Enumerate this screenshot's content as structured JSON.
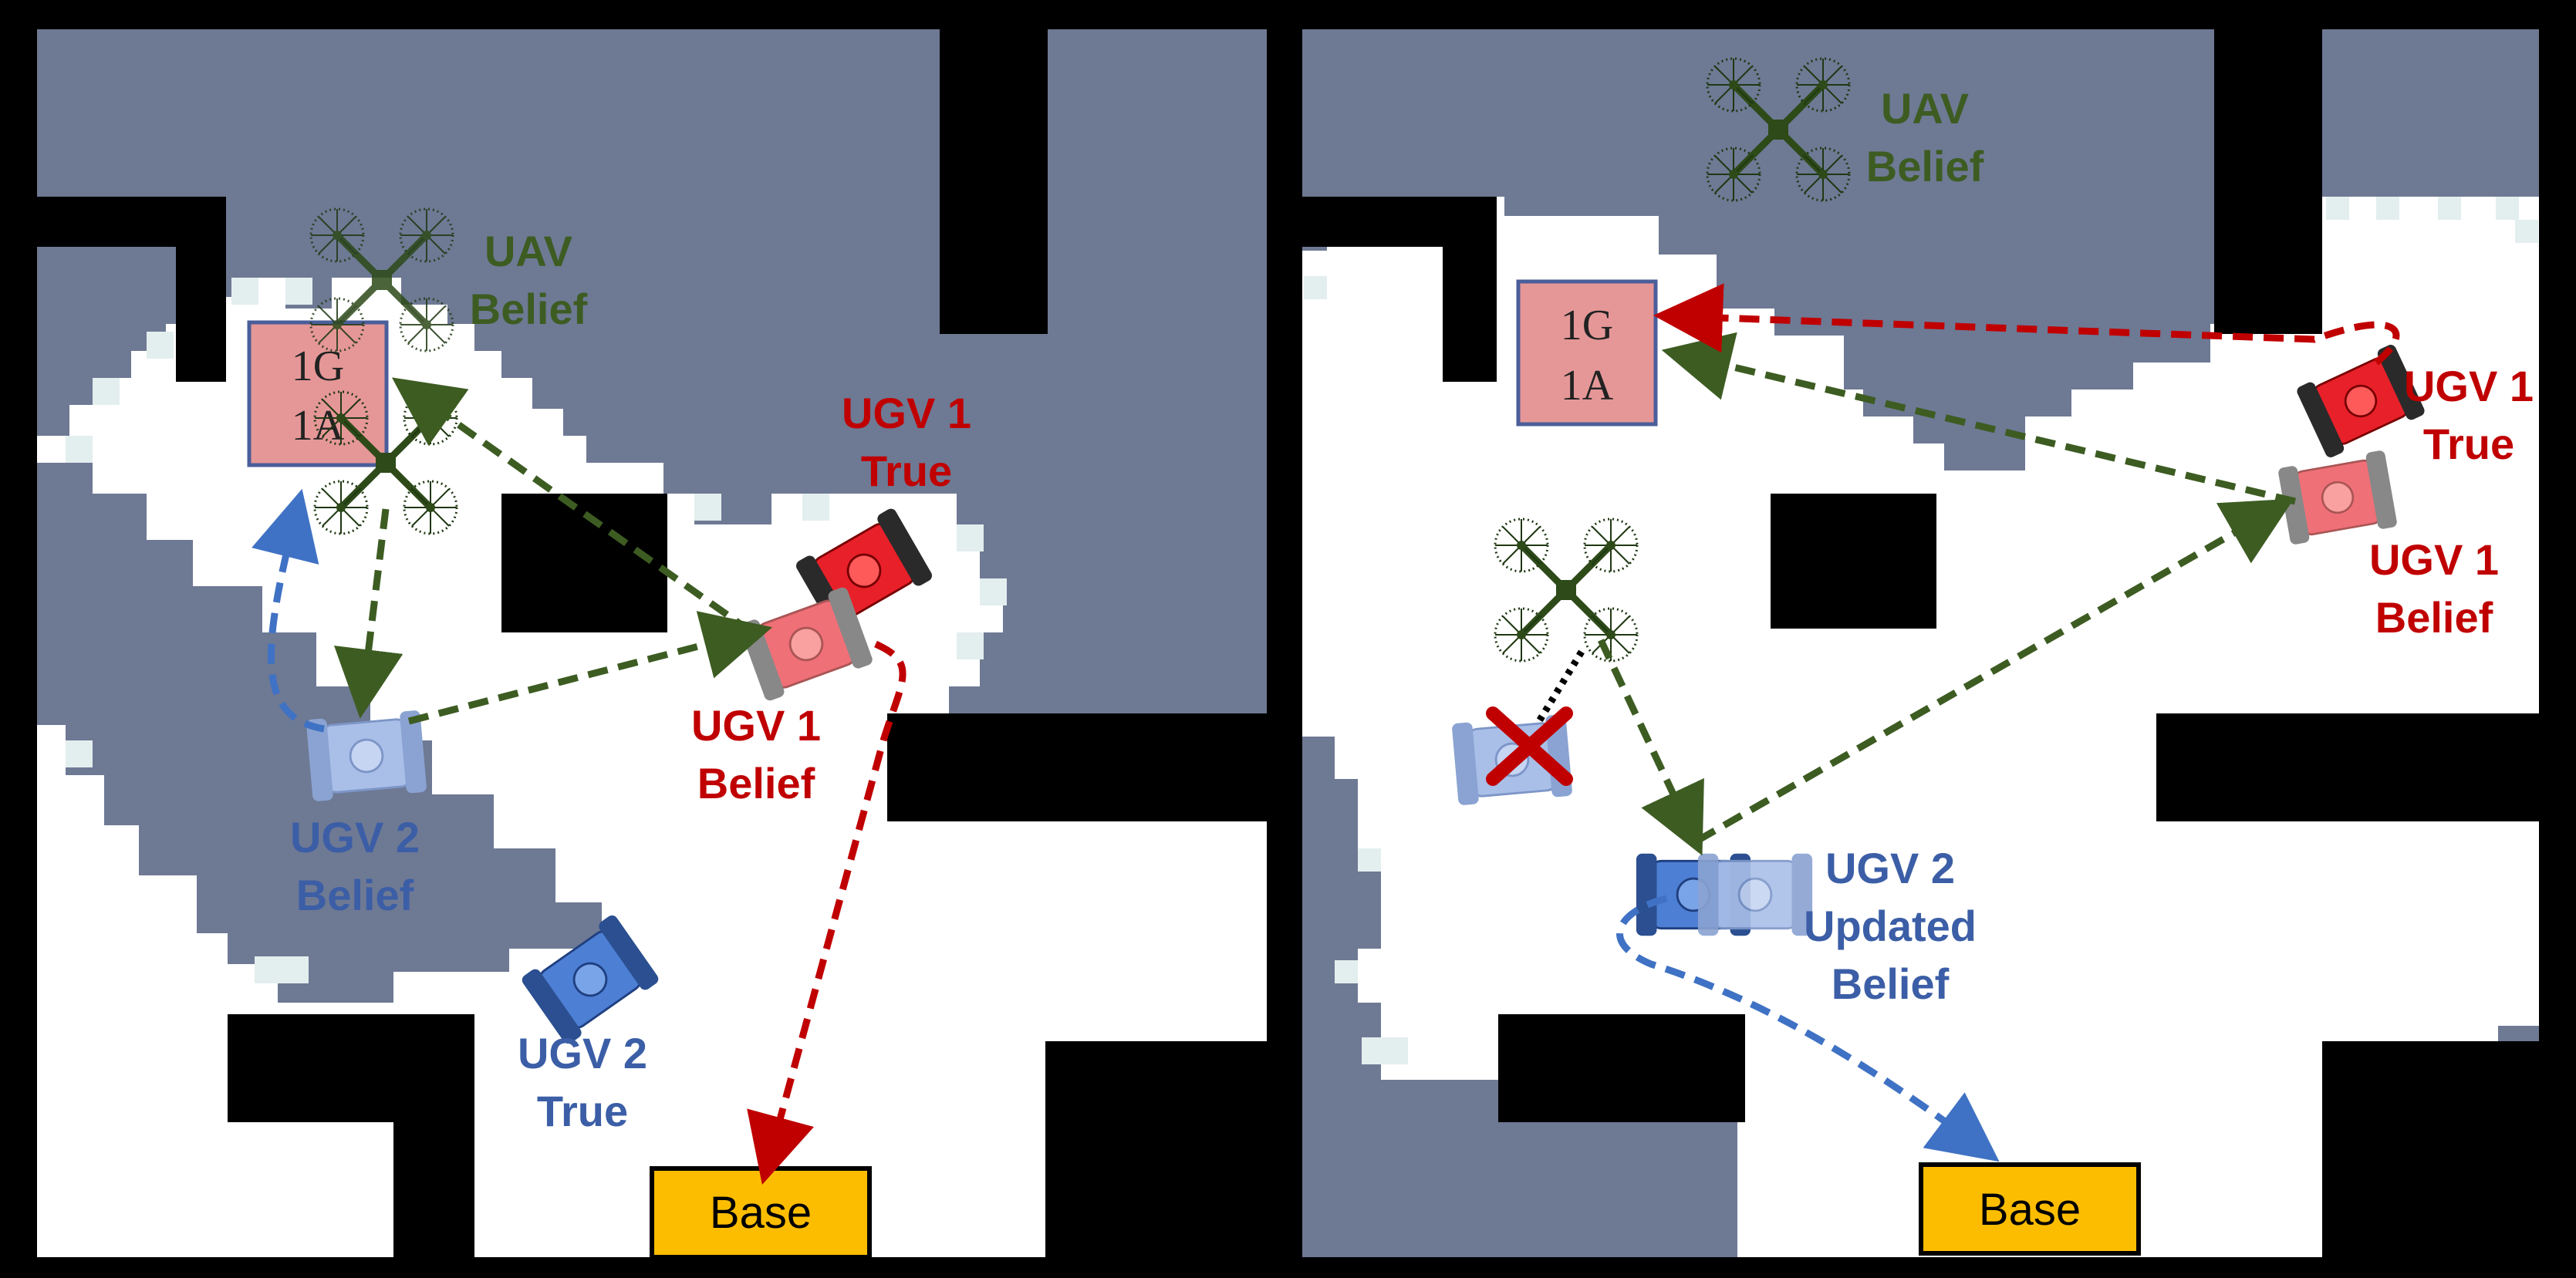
{
  "colors": {
    "unexplored": "#6e7994",
    "free": "#ffffff",
    "frontier": "#e3eeee",
    "wall": "#000000",
    "goal_fill": "#e59797",
    "goal_border": "#4a5e9a",
    "base_fill": "#fcbd00",
    "uav_green": "#3d5c22",
    "ugv1_red": "#c00000",
    "ugv2_blue": "#3b5ea6",
    "path_blue": "#3f72c4"
  },
  "left_panel": {
    "goal_box": {
      "line1": "1G",
      "line2": "1A",
      "icon": "goal-square"
    },
    "base_label": "Base",
    "uav_belief_label": [
      "UAV",
      "Belief"
    ],
    "ugv1_true_label": [
      "UGV 1",
      "True"
    ],
    "ugv1_belief_label": [
      "UGV 1",
      "Belief"
    ],
    "ugv2_belief_label": [
      "UGV 2",
      "Belief"
    ],
    "ugv2_true_label": [
      "UGV 2",
      "True"
    ]
  },
  "right_panel": {
    "goal_box": {
      "line1": "1G",
      "line2": "1A",
      "icon": "goal-square"
    },
    "base_label": "Base",
    "uav_belief_label": [
      "UAV",
      "Belief"
    ],
    "ugv1_true_label": [
      "UGV 1",
      "True"
    ],
    "ugv1_belief_label": [
      "UGV 1",
      "Belief"
    ],
    "ugv2_updated_label": [
      "UGV 2",
      "Updated",
      "Belief"
    ],
    "invalid_marker": "x-mark-icon"
  },
  "icons": [
    "quadrotor-icon",
    "rover-icon",
    "x-mark-icon"
  ]
}
